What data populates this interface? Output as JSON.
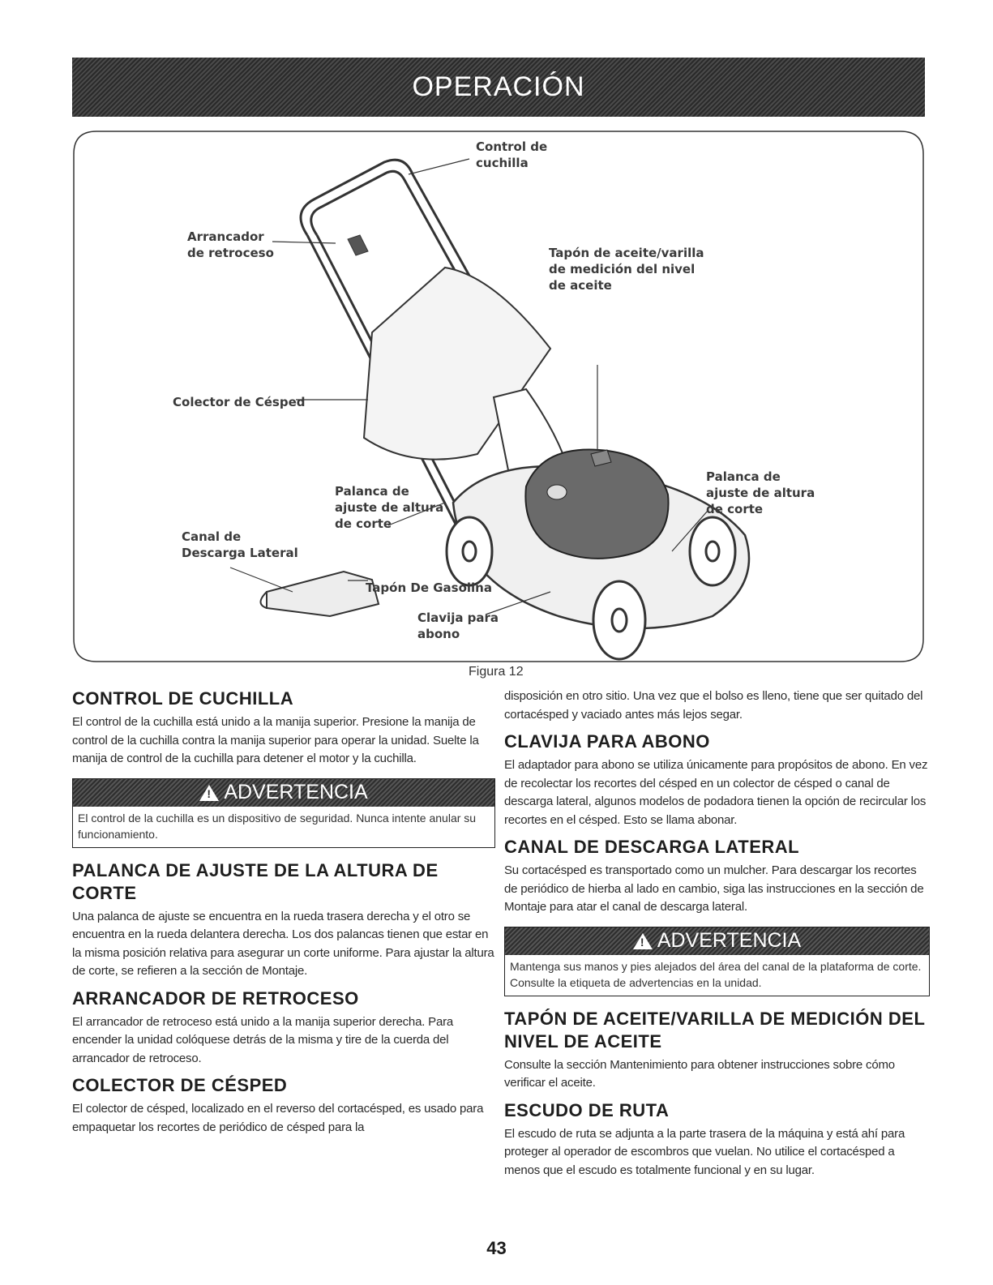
{
  "header": {
    "title": "OPERACIÓN"
  },
  "figure": {
    "caption": "Figura 12",
    "labels": {
      "control_cuchilla": "Control de\ncuchilla",
      "arrancador": "Arrancador\nde retroceso",
      "tapon_aceite": "Tapón de aceite/varilla\nde medición del nivel\nde aceite",
      "colector": "Colector de Césped",
      "palanca_izq": "Palanca de\najuste de altura\nde corte",
      "palanca_der": "Palanca de\najuste de altura\nde corte",
      "canal": "Canal de\nDescarga Lateral",
      "tapon_gasolina": "Tapón De Gasolina",
      "clavija": "Clavija para\nabono"
    }
  },
  "left": {
    "control_title": "CONTROL DE CUCHILLA",
    "control_text": "El control de la cuchilla está unido a la manija superior. Presione la manija de control de la cuchilla contra la manija superior para operar la unidad. Suelte la manija de control de la cuchilla para detener el motor y la cuchilla.",
    "warning1_head": "ADVERTENCIA",
    "warning1_text": "El control de la cuchilla es un dispositivo de seguridad. Nunca intente anular su funcionamiento.",
    "palanca_title": "PALANCA DE AJUSTE DE LA ALTURA DE CORTE",
    "palanca_text": "Una palanca de ajuste se encuentra en la rueda trasera derecha y el otro se encuentra en la rueda delantera derecha. Los dos palancas tienen que estar en la misma posición relativa para asegurar un corte uniforme. Para ajustar la altura de corte, se refieren a la sección de Montaje.",
    "arrancador_title": "ARRANCADOR DE RETROCESO",
    "arrancador_text": "El arrancador de retroceso está unido a la manija superior derecha. Para encender la unidad colóquese detrás de la misma y tire de la cuerda del arrancador de retroceso.",
    "colector_title": "COLECTOR DE CÉSPED",
    "colector_text": "El colector de césped, localizado en el reverso del cortacésped, es usado para empaquetar los recortes de periódico de césped para la"
  },
  "right": {
    "colector_cont": "disposición en otro sitio. Una vez que el bolso es lleno, tiene que ser quitado del cortacésped y vaciado antes más lejos segar.",
    "clavija_title": "CLAVIJA PARA ABONO",
    "clavija_text": "El adaptador para abono se utiliza únicamente para propósitos de abono. En vez de recolectar los recortes del césped en un colector de césped o canal de descarga lateral, algunos modelos de podadora tienen la opción de recircular los recortes en el césped. Esto se llama abonar.",
    "canal_title": "CANAL DE DESCARGA LATERAL",
    "canal_text": "Su cortacésped es transportado como un mulcher. Para descargar los recortes de periódico de hierba al lado en cambio, siga las instrucciones en la sección de Montaje para atar el canal de descarga lateral.",
    "warning2_head": "ADVERTENCIA",
    "warning2_text": "Mantenga sus manos y pies alejados del área del canal de la plataforma de corte. Consulte la etiqueta de advertencias en la unidad.",
    "tapon_title": "TAPÓN DE ACEITE/VARILLA DE MEDICIÓN DEL NIVEL DE ACEITE",
    "tapon_text": "Consulte la sección Mantenimiento para obtener instrucciones sobre cómo verificar el aceite.",
    "escudo_title": "ESCUDO DE RUTA",
    "escudo_text": "El escudo de ruta se adjunta a la parte trasera de la máquina y está ahí para proteger al operador de escombros que vuelan. No utilice el cortacésped a menos que el escudo es totalmente funcional y en su lugar."
  },
  "footer": {
    "page_number": "43"
  }
}
